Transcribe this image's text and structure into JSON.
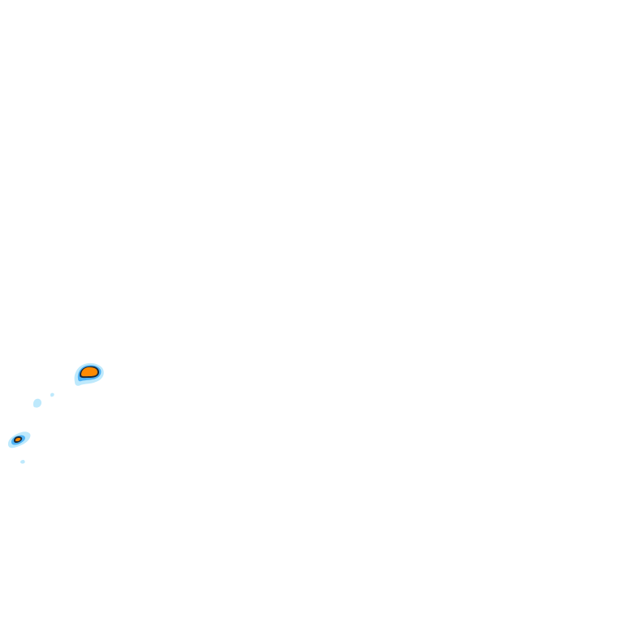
{
  "map": {
    "palette": {
      "background": "#ffffff",
      "light_precip": "#b3e5fc",
      "moderate_precip": "#4fb3f5",
      "strong_precip": "#1e88e5",
      "heavy_edge": "#1a2b3c",
      "heavy_precip": "#ff8a00"
    },
    "cells": [
      {
        "name": "precip-cell-north",
        "intensity": "heavy"
      },
      {
        "name": "precip-cell-south",
        "intensity": "heavy"
      },
      {
        "name": "precip-speck-mid",
        "intensity": "light"
      },
      {
        "name": "precip-speck-small",
        "intensity": "light"
      },
      {
        "name": "precip-speck-bottom",
        "intensity": "light"
      }
    ]
  }
}
